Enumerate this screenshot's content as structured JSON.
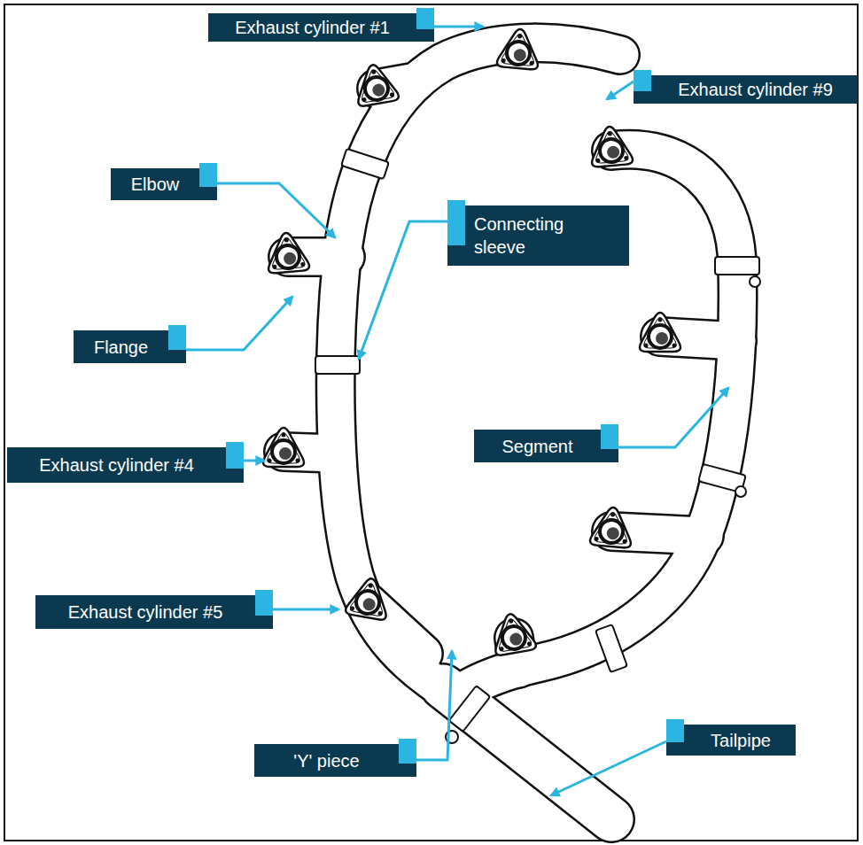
{
  "diagram": {
    "nodes": [
      {
        "text": [
          "Exhaust cylinder #1"
        ]
      },
      {
        "text": [
          "Exhaust cylinder #9"
        ]
      },
      {
        "text": [
          "Elbow"
        ]
      },
      {
        "text": [
          "Connecting sleeve"
        ]
      },
      {
        "text": [
          "Flange"
        ]
      },
      {
        "text": [
          "Segment"
        ]
      },
      {
        "text": [
          "Exhaust cylinder #4"
        ]
      },
      {
        "text": [
          "Exhaust cylinder #5"
        ]
      },
      {
        "text": [
          "Tailpipe"
        ]
      },
      {
        "text": [
          "'Y' piece"
        ]
      }
    ]
  }
}
